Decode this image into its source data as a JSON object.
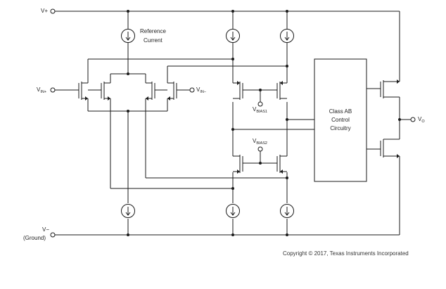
{
  "labels": {
    "vplus": "V+",
    "vminus": "V−",
    "ground": "(Ground)",
    "ref_line1": "Reference",
    "ref_line2": "Current",
    "vin_plus_main": "V",
    "vin_plus_sub": "IN+",
    "vin_minus_main": "V",
    "vin_minus_sub": "IN−",
    "vbias1_main": "V",
    "vbias1_sub": "BIAS1",
    "vbias2_main": "V",
    "vbias2_sub": "BIAS2",
    "classab_line1": "Class AB",
    "classab_line2": "Control",
    "classab_line3": "Circuitry",
    "vo_main": "V",
    "vo_sub": "O"
  },
  "copyright": "Copyright © 2017, Texas Instruments Incorporated"
}
